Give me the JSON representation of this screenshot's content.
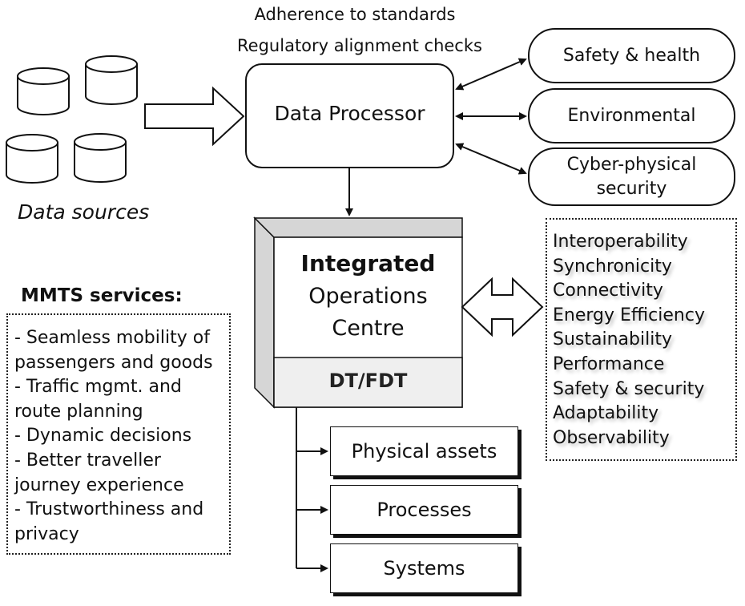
{
  "standards": {
    "line1": "Adherence to standards",
    "line2": "Regulatory alignment checks"
  },
  "data_sources_label": "Data sources",
  "processor_label": "Data Processor",
  "concerns": [
    {
      "line1": "Safety  & health",
      "line2": ""
    },
    {
      "line1": "Environmental",
      "line2": ""
    },
    {
      "line1": "Cyber-physical",
      "line2": "security"
    }
  ],
  "ioc": {
    "line1": "Integrated",
    "line2": "Operations",
    "line3": "Centre",
    "footer": "DT/FDT"
  },
  "properties": [
    "Interoperability",
    "Synchronicity",
    "Connectivity",
    "Energy  Efficiency",
    "Sustainability",
    "Performance",
    "Safety & security",
    "Adaptability",
    "Observability"
  ],
  "services": {
    "title": "MMTS services:",
    "lines": [
      "- Seamless mobility of",
      "passengers and goods",
      "- Traffic mgmt. and",
      "route planning",
      "- Dynamic decisions",
      "- Better traveller",
      "journey experience",
      "- Trustworthiness and",
      "privacy"
    ]
  },
  "outputs": [
    "Physical assets",
    "Processes",
    "Systems"
  ]
}
